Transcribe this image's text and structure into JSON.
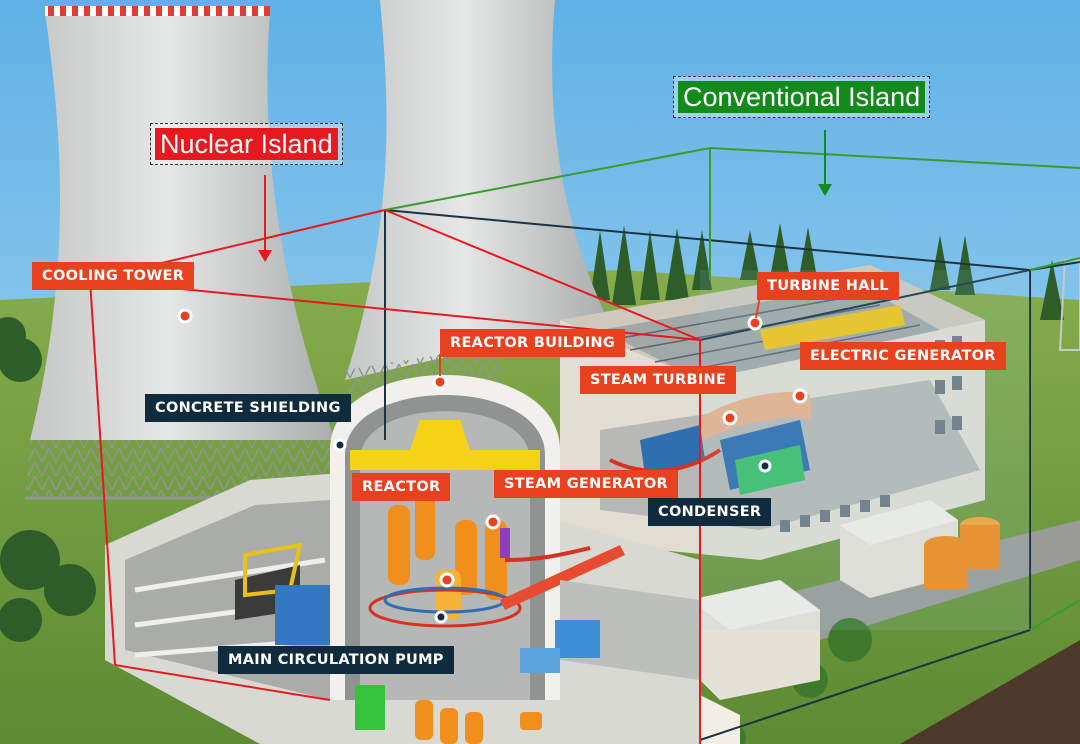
{
  "islands": {
    "nuclear": {
      "label": "Nuclear Island",
      "color": "#e8191e"
    },
    "conventional": {
      "label": "Conventional Island",
      "color": "#138a1c"
    }
  },
  "labels": {
    "cooling_tower": "COOLING TOWER",
    "reactor_building": "REACTOR BUILDING",
    "concrete_shielding": "CONCRETE SHIELDING",
    "reactor": "REACTOR",
    "steam_generator": "STEAM GENERATOR",
    "main_circulation_pump": "MAIN CIRCULATION PUMP",
    "turbine_hall": "TURBINE HALL",
    "electric_generator": "ELECTRIC GENERATOR",
    "steam_turbine": "STEAM TURBINE",
    "condenser": "CONDENSER"
  },
  "colors": {
    "label_red": "#e7411f",
    "label_navy": "#0f2b3d",
    "sky": "#7ec3ec",
    "grass": "#6d9a3c",
    "concrete": "#cfd1cc"
  }
}
